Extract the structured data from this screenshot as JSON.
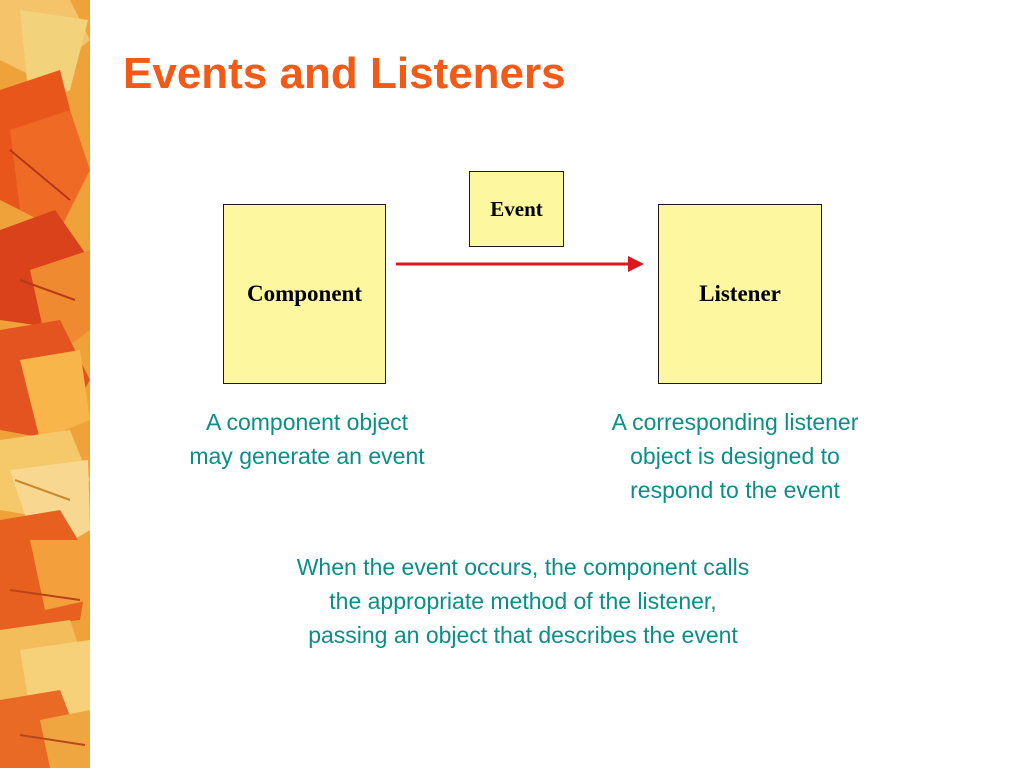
{
  "slide": {
    "title": "Events and Listeners"
  },
  "diagram": {
    "event_label": "Event",
    "component_label": "Component",
    "listener_label": "Listener"
  },
  "captions": {
    "component": [
      "A component object",
      "may generate an event"
    ],
    "listener": [
      "A corresponding listener",
      "object is designed to",
      "respond to the event"
    ],
    "summary": [
      "When the event occurs, the component calls",
      "the appropriate method of the listener,",
      "passing an object that describes the event"
    ]
  },
  "colors": {
    "title": "#f25a16",
    "box_fill": "#fdf8a0",
    "arrow": "#e0161e",
    "caption_text": "#0a8f86"
  },
  "decoration": {
    "left_strip": "autumn-leaves-image"
  }
}
